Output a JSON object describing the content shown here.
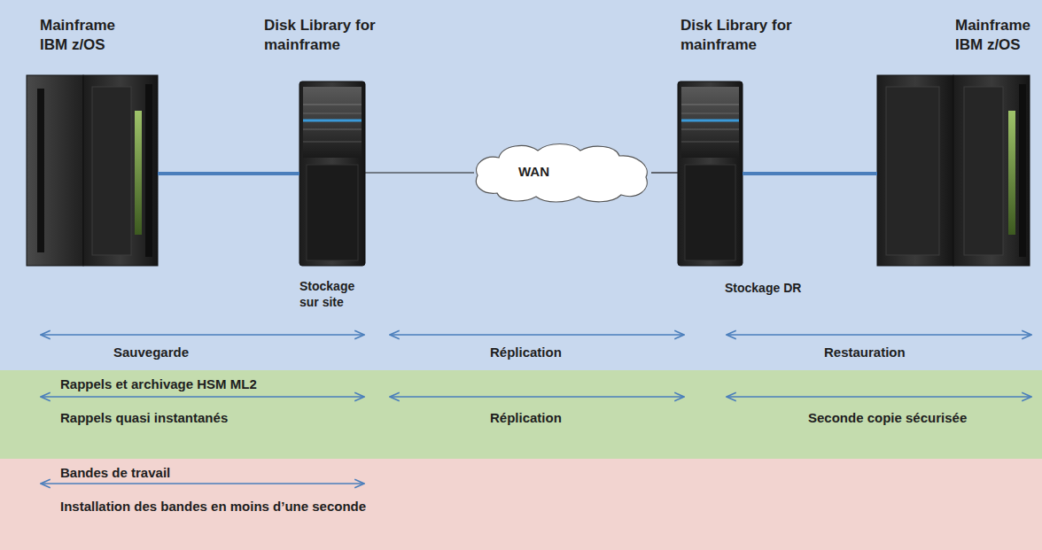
{
  "diagram": {
    "nodes": [
      {
        "text": [
          "Sauvegarde",
          "Réplication",
          "Restauration"
        ]
      },
      {
        "text": [
          "Mainframe IBM z/OS"
        ],
        "in": 0
      },
      {
        "text": [
          "Disk Library for mainframe",
          "Stockage sur site"
        ],
        "in": 0
      },
      {
        "text": [
          "WAN"
        ],
        "in": 0
      },
      {
        "text": [
          "Disk Library for mainframe",
          "Stockage DR"
        ],
        "in": 0
      },
      {
        "text": [
          "Mainframe IBM z/OS"
        ],
        "in": 0
      },
      {
        "text": [
          "Rappels et archivage HSM ML2",
          "Rappels quasi instantanés",
          "Réplication",
          "Seconde copie sécurisée"
        ]
      },
      {
        "text": [
          "Bandes de travail",
          "Installation des bandes en moins d’une seconde"
        ]
      }
    ],
    "edges": [
      {
        "from": 1,
        "to": 2,
        "arrow": "none"
      },
      {
        "from": 2,
        "to": 3,
        "arrow": "none"
      },
      {
        "from": 3,
        "to": 4,
        "arrow": "none"
      },
      {
        "from": 4,
        "to": 5,
        "arrow": "none"
      }
    ]
  }
}
